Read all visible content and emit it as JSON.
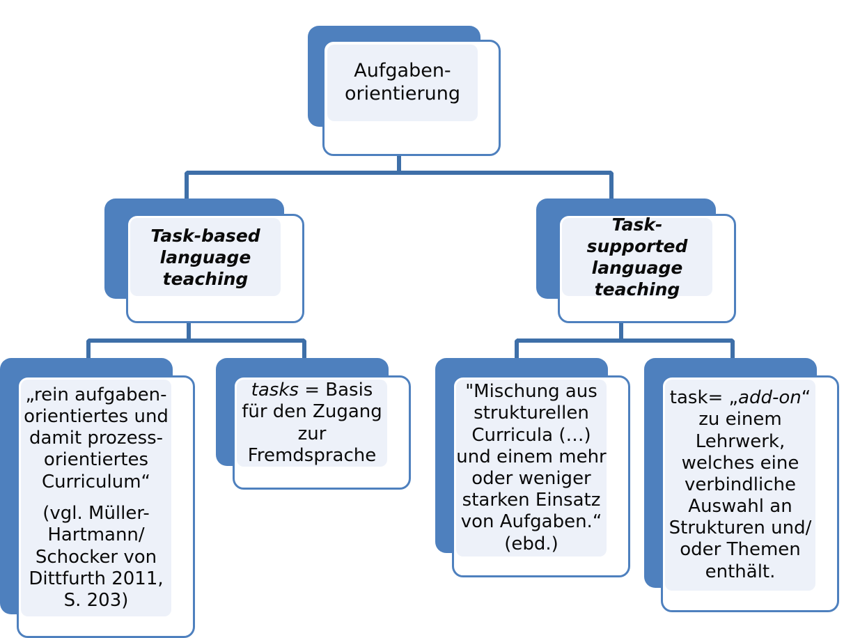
{
  "diagram": {
    "title": "Aufgabenorientierung",
    "type": "hierarchy-tree",
    "colors": {
      "backing": "#4E80BE",
      "card_border": "#4E80BE",
      "card_fill": "#FFFFFF",
      "panel_fill": "#EDF1F9",
      "connector": "#3E6FA8",
      "text": "#0A0A0A",
      "background": "#FFFFFF"
    }
  },
  "nodes": {
    "root": {
      "id": "aufgabenorientierung",
      "line1": "Aufgaben-",
      "line2": "orientierung"
    },
    "branch_left": {
      "id": "task-based-language-teaching",
      "line1": "Task-based",
      "line2": "language",
      "line3": "teaching"
    },
    "branch_right": {
      "id": "task-supported-language-teaching",
      "line1": "Task-supported",
      "line2": "language",
      "line3": "teaching"
    },
    "leaf_1": {
      "id": "rein-aufgabenorientiertes-curriculum",
      "quote": "„rein aufgaben-orientiertes und damit prozess-orientiertes Curriculum“",
      "source": "(vgl. Müller-Hartmann/ Schocker von Dittfurth 2011, S. 203)"
    },
    "leaf_2": {
      "id": "tasks-basis-fremdsprache",
      "term": "tasks",
      "rest": " =  Basis für den Zugang zur Fremdsprache"
    },
    "leaf_3": {
      "id": "mischung-strukturelle-curricula",
      "quote": "\"Mischung aus strukturellen Curricula (…) und einem mehr oder weniger starken Einsatz von Aufgaben.“",
      "source": "(ebd.)"
    },
    "leaf_4": {
      "id": "task-add-on-lehrwerk",
      "prefix": "task= „",
      "term": "add-on",
      "suffix": "“ zu einem Lehrwerk, welches eine verbindliche Auswahl an Strukturen und/ oder Themen enthält."
    }
  }
}
